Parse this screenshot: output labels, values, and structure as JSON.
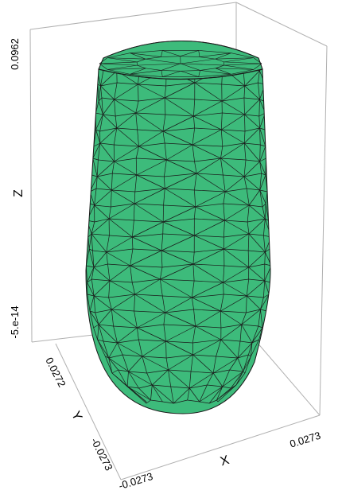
{
  "plot": {
    "mesh_color": "#3dbb7b",
    "edge_color": "#1a1a1a",
    "box_color": "#b0b0b0"
  },
  "axes": {
    "z": {
      "label": "Z",
      "min_label": "-5.e-14",
      "max_label": "0.0962"
    },
    "y": {
      "label": "Y",
      "max_label": "0.0272",
      "min_label": "-0.0273"
    },
    "x": {
      "label": "X",
      "min_label": "-0.0273",
      "max_label": "0.0273"
    }
  }
}
